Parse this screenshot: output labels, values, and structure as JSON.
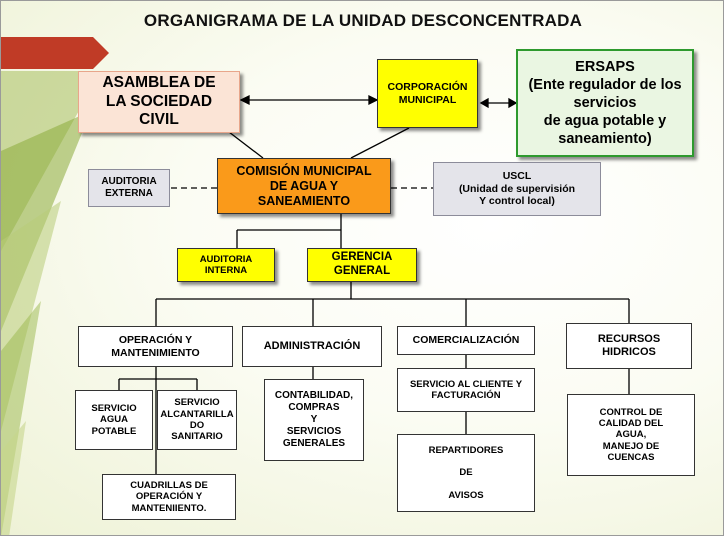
{
  "title": "ORGANIGRAMA DE LA UNIDAD DESCONCENTRADA",
  "nodes": {
    "asamblea": "ASAMBLEA DE\nLA SOCIEDAD\nCIVIL",
    "corporacion": "CORPORACIÓN\nMUNICIPAL",
    "ersaps": "ERSAPS\n(Ente regulador de los\nservicios\nde agua potable y\nsaneamiento)",
    "auditoria_externa": "AUDITORIA\nEXTERNA",
    "comision": "COMISIÓN MUNICIPAL\nDE AGUA Y\nSANEAMIENTO",
    "uscl": "USCL\n(Unidad de supervisión\nY control local)",
    "auditoria_interna": "AUDITORIA\nINTERNA",
    "gerencia": "GERENCIA\nGENERAL",
    "operacion": "OPERACIÓN  Y\nMANTENIMIENTO",
    "administracion": "ADMINISTRACIÓN",
    "comercializacion": "COMERCIALIZACIÓN",
    "recursos": "RECURSOS\nHIDRICOS",
    "servicio_agua": "SERVICIO\nAGUA\nPOTABLE",
    "servicio_alcantarilla": "SERVICIO\nALCANTARILLA\nDO\nSANITARIO",
    "contabilidad": "CONTABILIDAD,\nCOMPRAS\nY\nSERVICIOS\nGENERALES",
    "servicio_cliente": "SERVICIO AL CLIENTE Y\nFACTURACIÓN",
    "repartidores": "REPARTIDORES\n\nDE\n\nAVISOS",
    "control_calidad": "CONTROL  DE\nCALIDAD  DEL\nAGUA,\nMANEJO  DE\nCUENCAS",
    "cuadrillas": "CUADRILLAS DE\nOPERACIÓN Y\nMANTENIIENTO."
  },
  "colors": {
    "orange": "#fa9a1a",
    "yellow": "#ffff00",
    "salmon_light": "#fbe4d6",
    "salmon_border": "#e8a68b",
    "green_light": "#eaf6e2",
    "green_border": "#2e9a2e",
    "gray": "#e4e4ea",
    "gray_border": "#8c8c9a",
    "accent_red": "#c03b26",
    "accent_green": "#8cac3a"
  }
}
